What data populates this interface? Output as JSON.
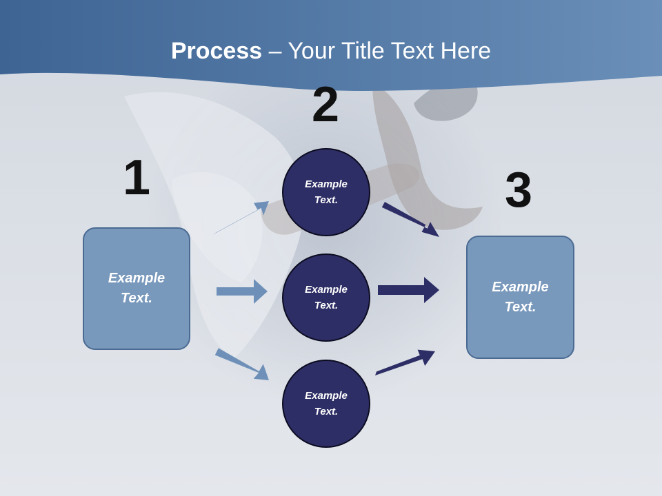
{
  "slide": {
    "title_bold": "Process",
    "title_rest": " – Your Title Text Here"
  },
  "steps": {
    "one": "1",
    "two": "2",
    "three": "3"
  },
  "nodes": {
    "left_box": "Example\nText.",
    "right_box": "Example\nText.",
    "circle_top": "Example\nText.",
    "circle_middle": "Example\nText.",
    "circle_bottom": "Example\nText."
  },
  "colors": {
    "header_band": "#4a6f9c",
    "box_fill": "#7898bc",
    "circle_fill": "#2e2e66",
    "arrow_light": "#6e90b8",
    "arrow_dark": "#2e2e66"
  }
}
